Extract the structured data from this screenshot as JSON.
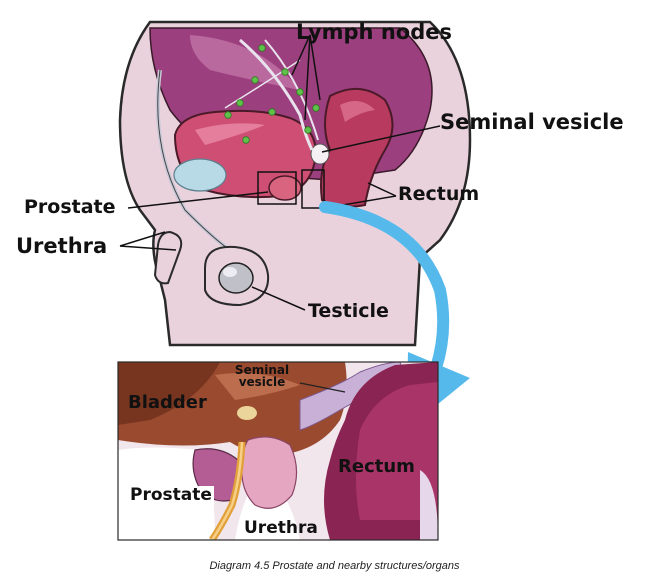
{
  "upper_labels": {
    "lymph_nodes": "Lymph nodes",
    "seminal_vesicle": "Seminal vesicle",
    "rectum": "Rectum",
    "prostate": "Prostate",
    "urethra": "Urethra",
    "testicle": "Testicle"
  },
  "detail_labels": {
    "seminal_vesicle_line1": "Seminal",
    "seminal_vesicle_line2": "vesicle",
    "bladder": "Bladder",
    "rectum": "Rectum",
    "prostate": "Prostate",
    "urethra": "Urethra"
  },
  "caption": "Diagram 4.5 Prostate and nearby structures/organs",
  "colors": {
    "body_pink": "#e8ccd8",
    "bladder_pink": "#cf4f74",
    "rectum_purple": "#8a2453",
    "arrow_blue": "#56b9ec",
    "node_green": "#5fc04a",
    "bladder_brown": "#9a4a2e"
  }
}
